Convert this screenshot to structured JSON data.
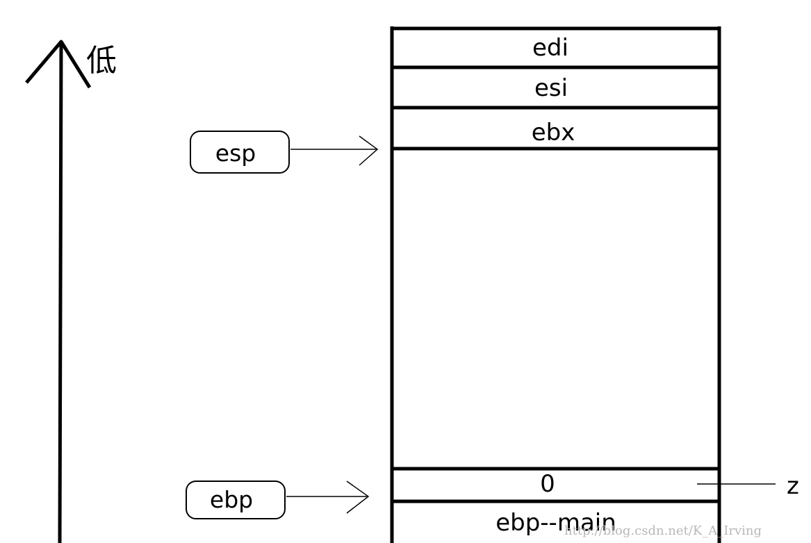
{
  "axis": {
    "direction_label": "低",
    "arrow_direction": "up"
  },
  "stack": {
    "cells": [
      {
        "label": "edi"
      },
      {
        "label": "esi"
      },
      {
        "label": "ebx"
      },
      {
        "label": ""
      },
      {
        "label": "0"
      },
      {
        "label": "ebp--main"
      }
    ]
  },
  "pointers": [
    {
      "label": "esp",
      "target": "ebx"
    },
    {
      "label": "ebp",
      "target": "0"
    }
  ],
  "variables": [
    {
      "label": "z",
      "target": "0"
    }
  ],
  "watermark": "http://blog.csdn.net/K_A_Irving",
  "colors": {
    "line": "#000000",
    "background": "#ffffff",
    "watermark": "#b8b8b8"
  }
}
